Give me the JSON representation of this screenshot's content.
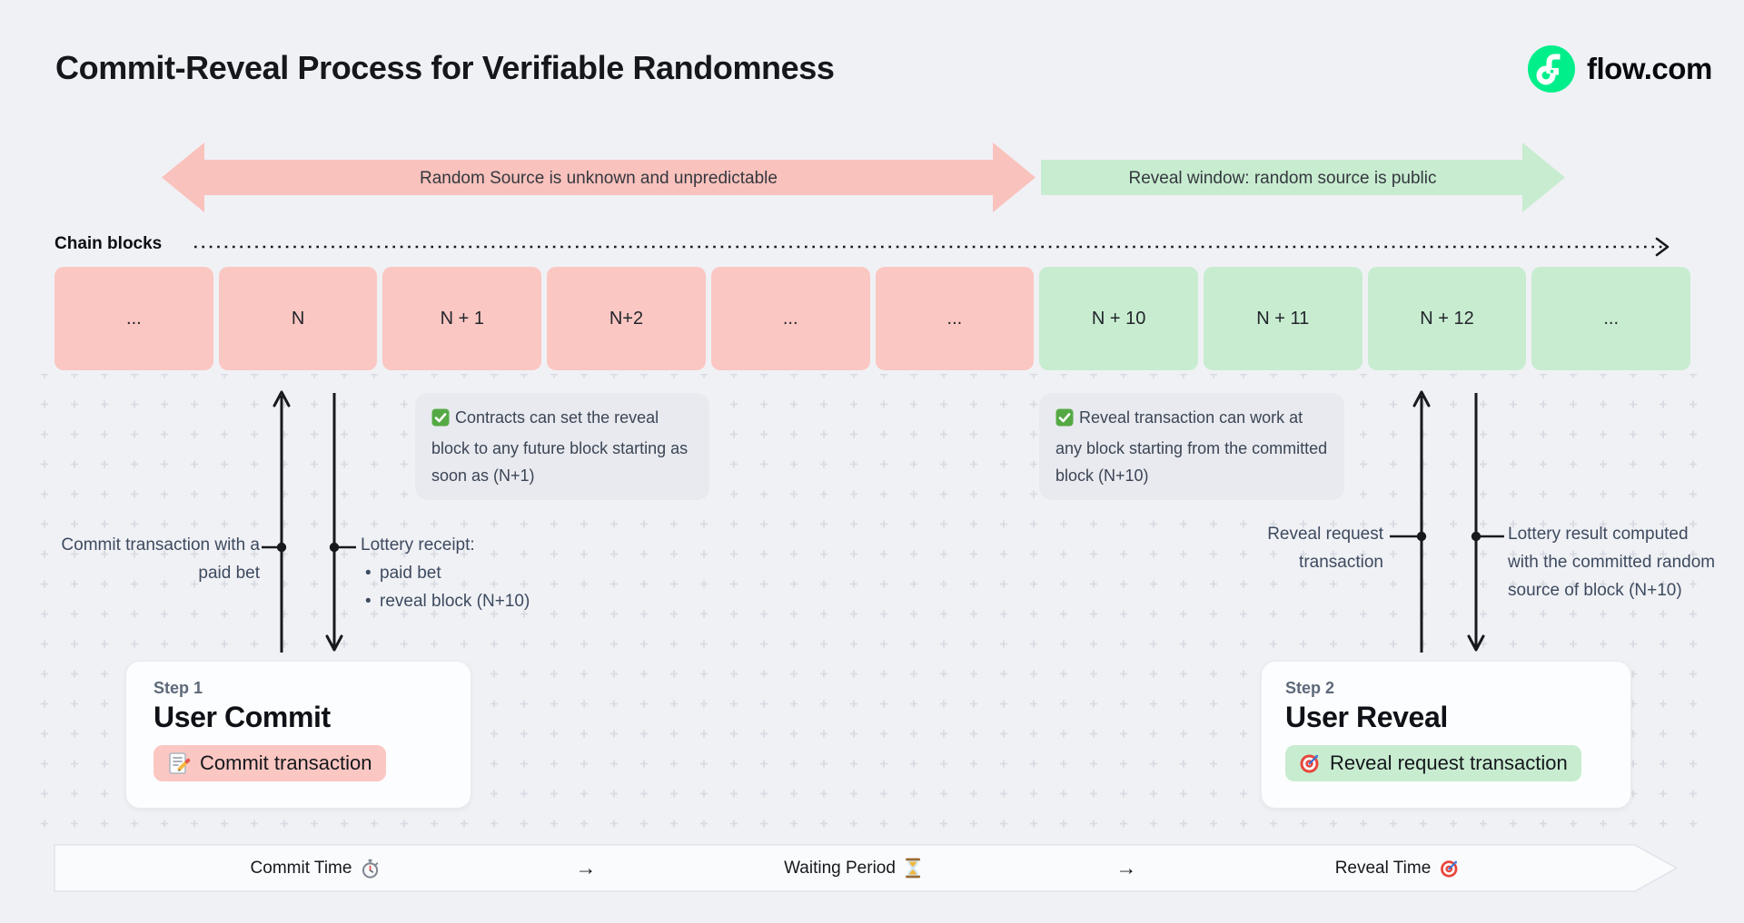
{
  "header": {
    "title": "Commit-Reveal Process for Verifiable Randomness",
    "brand": "flow.com"
  },
  "phases": {
    "commit": {
      "label": "Random Source is unknown and unpredictable",
      "color": "#FAC2BD"
    },
    "reveal": {
      "label": "Reveal window: random source is public",
      "color": "#C8ECD0"
    }
  },
  "chain": {
    "label": "Chain blocks",
    "blocks": [
      {
        "label": "...",
        "phase": "commit"
      },
      {
        "label": "N",
        "phase": "commit"
      },
      {
        "label": "N + 1",
        "phase": "commit"
      },
      {
        "label": "N+2",
        "phase": "commit"
      },
      {
        "label": "...",
        "phase": "commit"
      },
      {
        "label": "...",
        "phase": "commit"
      },
      {
        "label": "N + 10",
        "phase": "reveal"
      },
      {
        "label": "N + 11",
        "phase": "reveal"
      },
      {
        "label": "N + 12",
        "phase": "reveal"
      },
      {
        "label": "...",
        "phase": "reveal"
      }
    ]
  },
  "notes": {
    "commit_note": {
      "icon": "check-icon",
      "text": "Contracts can set the reveal block to any future block starting as soon as (N+1)"
    },
    "reveal_note": {
      "icon": "check-icon",
      "text": "Reveal transaction can work at any block starting from the committed block (N+10)"
    }
  },
  "annotations": {
    "commit_tx": "Commit transaction with a paid bet",
    "receipt_title": "Lottery receipt:",
    "receipt_items": [
      "paid bet",
      "reveal block (N+10)"
    ],
    "reveal_tx": "Reveal request transaction",
    "result": "Lottery result computed with the committed random source of block (N+10)"
  },
  "steps": {
    "step1": {
      "eyebrow": "Step 1",
      "title": "User Commit",
      "action": "Commit transaction",
      "icon": "memo-icon",
      "color": "#FBC7C2"
    },
    "step2": {
      "eyebrow": "Step 2",
      "title": "User Reveal",
      "action": "Reveal request transaction",
      "icon": "target-icon",
      "color": "#C8ECD0"
    }
  },
  "timeline": {
    "items": [
      {
        "label": "Commit Time",
        "icon": "stopwatch-icon"
      },
      {
        "label": "→",
        "icon": null
      },
      {
        "label": "Waiting Period",
        "icon": "hourglass-icon"
      },
      {
        "label": "→",
        "icon": null
      },
      {
        "label": "Reveal Time",
        "icon": "target-icon"
      }
    ]
  },
  "colors": {
    "brand_green": "#00EF8B",
    "commit_pink": "#FBC7C2",
    "reveal_green": "#C8ECD0",
    "ink": "#17191D",
    "background": "#F0F1F5"
  }
}
